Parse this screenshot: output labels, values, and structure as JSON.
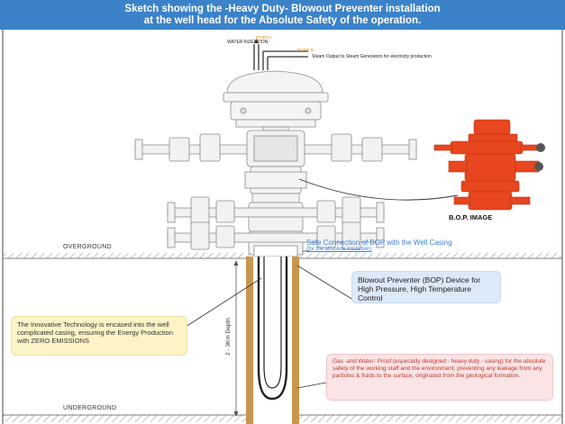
{
  "header": {
    "line1": "Sketch showing the -Heavy Duty- Blowout Preventer installation",
    "line2": "at the well head for the Absolute Safety of the operation."
  },
  "labels": {
    "point_a": "POINT A",
    "water_injection": "WATER INJECTION",
    "point_b": "POINT B",
    "steam_output": "Steam Output to Steam Generators for electricity production",
    "bop_image": "B.O.P. IMAGE",
    "overground": "OVERGROUND",
    "underground": "UNDERGROUND",
    "safe_connection": "Safe Connection of BOP with the Well Casing",
    "safe_connection_sub": "(for the absolute insulation)",
    "depth": "2 - 3Km Depth"
  },
  "callouts": {
    "bop": "Blowout Preventer (BOP) Device for High Pressure, High Temperature Control",
    "innovative": "The Innovative Technology is encased into the well complicated casing, ensuring the Energy Production with ZERO EMISSIONS",
    "proof": "Gas -and Water- Proof (especially designed - heavy duty - casing) for the absolute safety of the working staff and the environment, preventing any leakage from any particles & fluids to the surface, originated from the geological formation."
  },
  "colors": {
    "header_bg": "#3b82c8",
    "casing": "#c8964e",
    "bop_red": "#e8461e",
    "label_blue": "#3a7fd5",
    "ground_hatch": "#9a9a9a"
  }
}
